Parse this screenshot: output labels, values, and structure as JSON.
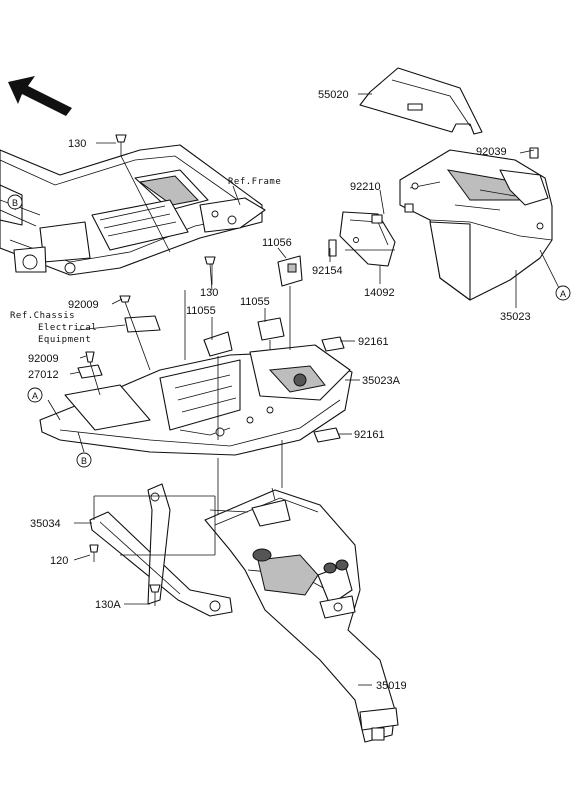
{
  "callouts": {
    "p55020": "55020",
    "p92039": "92039",
    "p92210": "92210",
    "p92154": "92154",
    "p14092": "14092",
    "p35023": "35023",
    "p130_top": "130",
    "p130_mid": "130",
    "p11056": "11056",
    "p11055_a": "11055",
    "p11055_b": "11055",
    "p92009_a": "92009",
    "p92009_b": "92009",
    "p27012": "27012",
    "p92161_a": "92161",
    "p92161_b": "92161",
    "p35023A": "35023A",
    "p35034": "35034",
    "p120": "120",
    "p130A": "130A",
    "p35019": "35019"
  },
  "references": {
    "frame": "Ref.Frame",
    "chassis_line1": "Ref.Chassis",
    "chassis_line2": "Electrical",
    "chassis_line3": "Equipment"
  },
  "connectors": {
    "a_right": "A",
    "a_left": "A",
    "b_top": "B",
    "b_bottom": "B"
  },
  "icons": {
    "direction": "front-direction-arrow-icon"
  }
}
